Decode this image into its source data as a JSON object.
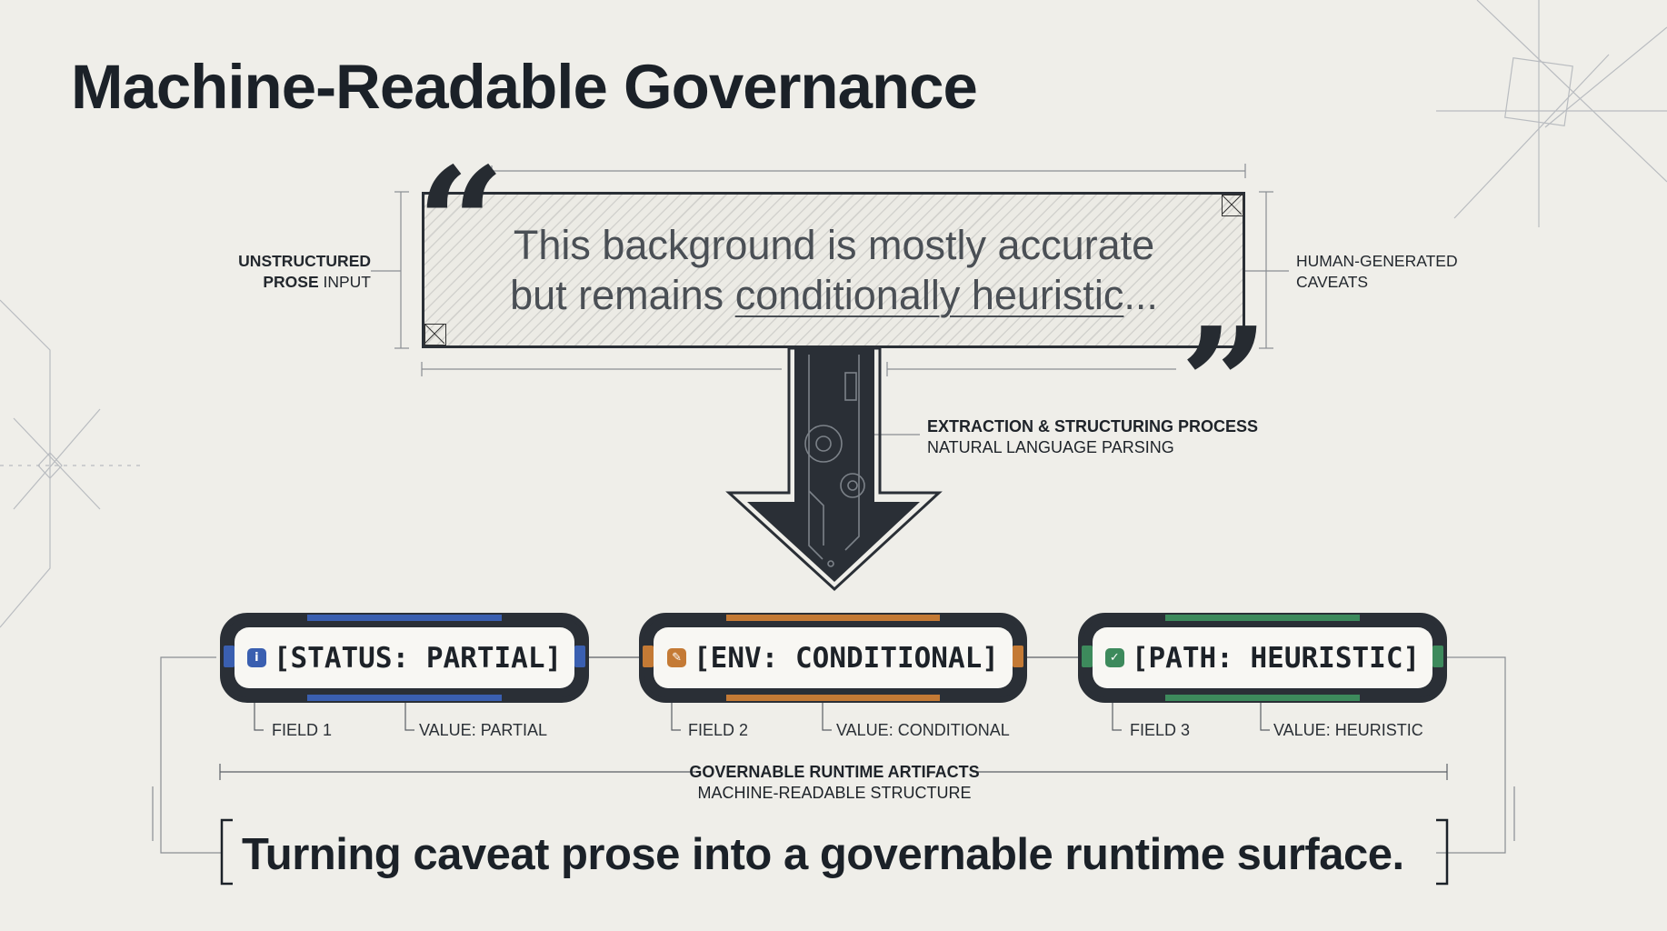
{
  "title": "Machine-Readable Governance",
  "quote": {
    "line1": "This background is mostly accurate",
    "line2_prefix": "but remains ",
    "line2_underlined": "conditionally heuristic",
    "line2_suffix": "..."
  },
  "annotations": {
    "left_bold_1": "UNSTRUCTURED",
    "left_bold_2": "PROSE",
    "left_normal_2": " INPUT",
    "right_1": "HUMAN-GENERATED",
    "right_2": "CAVEATS",
    "process_title": "EXTRACTION & STRUCTURING PROCESS",
    "process_subtitle": "NATURAL LANGUAGE PARSING"
  },
  "fields": [
    {
      "text": "[STATUS: PARTIAL]",
      "icon": "info-icon",
      "icon_glyph": "i",
      "color": "#3a5fb0",
      "field_label": "FIELD 1",
      "value_label": "VALUE: PARTIAL"
    },
    {
      "text": "[ENV: CONDITIONAL]",
      "icon": "edit-icon",
      "icon_glyph": "✎",
      "color": "#c47a35",
      "field_label": "FIELD 2",
      "value_label": "VALUE: CONDITIONAL"
    },
    {
      "text": "[PATH: HEURISTIC]",
      "icon": "check-icon",
      "icon_glyph": "✓",
      "color": "#3d8a5c",
      "field_label": "FIELD 3",
      "value_label": "VALUE: HEURISTIC"
    }
  ],
  "artifacts": {
    "title": "GOVERNABLE RUNTIME ARTIFACTS",
    "subtitle": "MACHINE-READABLE STRUCTURE"
  },
  "tagline": "Turning caveat prose into a governable runtime surface."
}
